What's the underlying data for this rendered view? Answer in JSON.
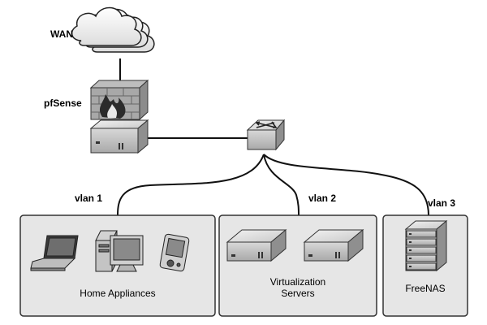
{
  "network": {
    "wan": {
      "label": "WAN",
      "icon": "cloud-icon"
    },
    "firewall": {
      "label": "pfSense",
      "icon": "firewall-icon"
    },
    "router": {
      "icon": "server-box-icon"
    },
    "switch": {
      "icon": "switch-icon"
    },
    "vlans": [
      {
        "label": "vlan 1",
        "group_label": "Home Appliances",
        "devices": [
          "laptop-icon",
          "desktop-pc-icon",
          "pda-icon"
        ]
      },
      {
        "label": "vlan 2",
        "group_label_lines": [
          "Virtualization",
          "Servers"
        ],
        "devices": [
          "server-box-icon",
          "server-box-icon"
        ]
      },
      {
        "label": "vlan 3",
        "group_label": "FreeNAS",
        "devices": [
          "rack-server-icon"
        ]
      }
    ]
  },
  "colors": {
    "panel_fill": "#e6e6e6",
    "panel_stroke": "#333333",
    "line": "#111111"
  }
}
